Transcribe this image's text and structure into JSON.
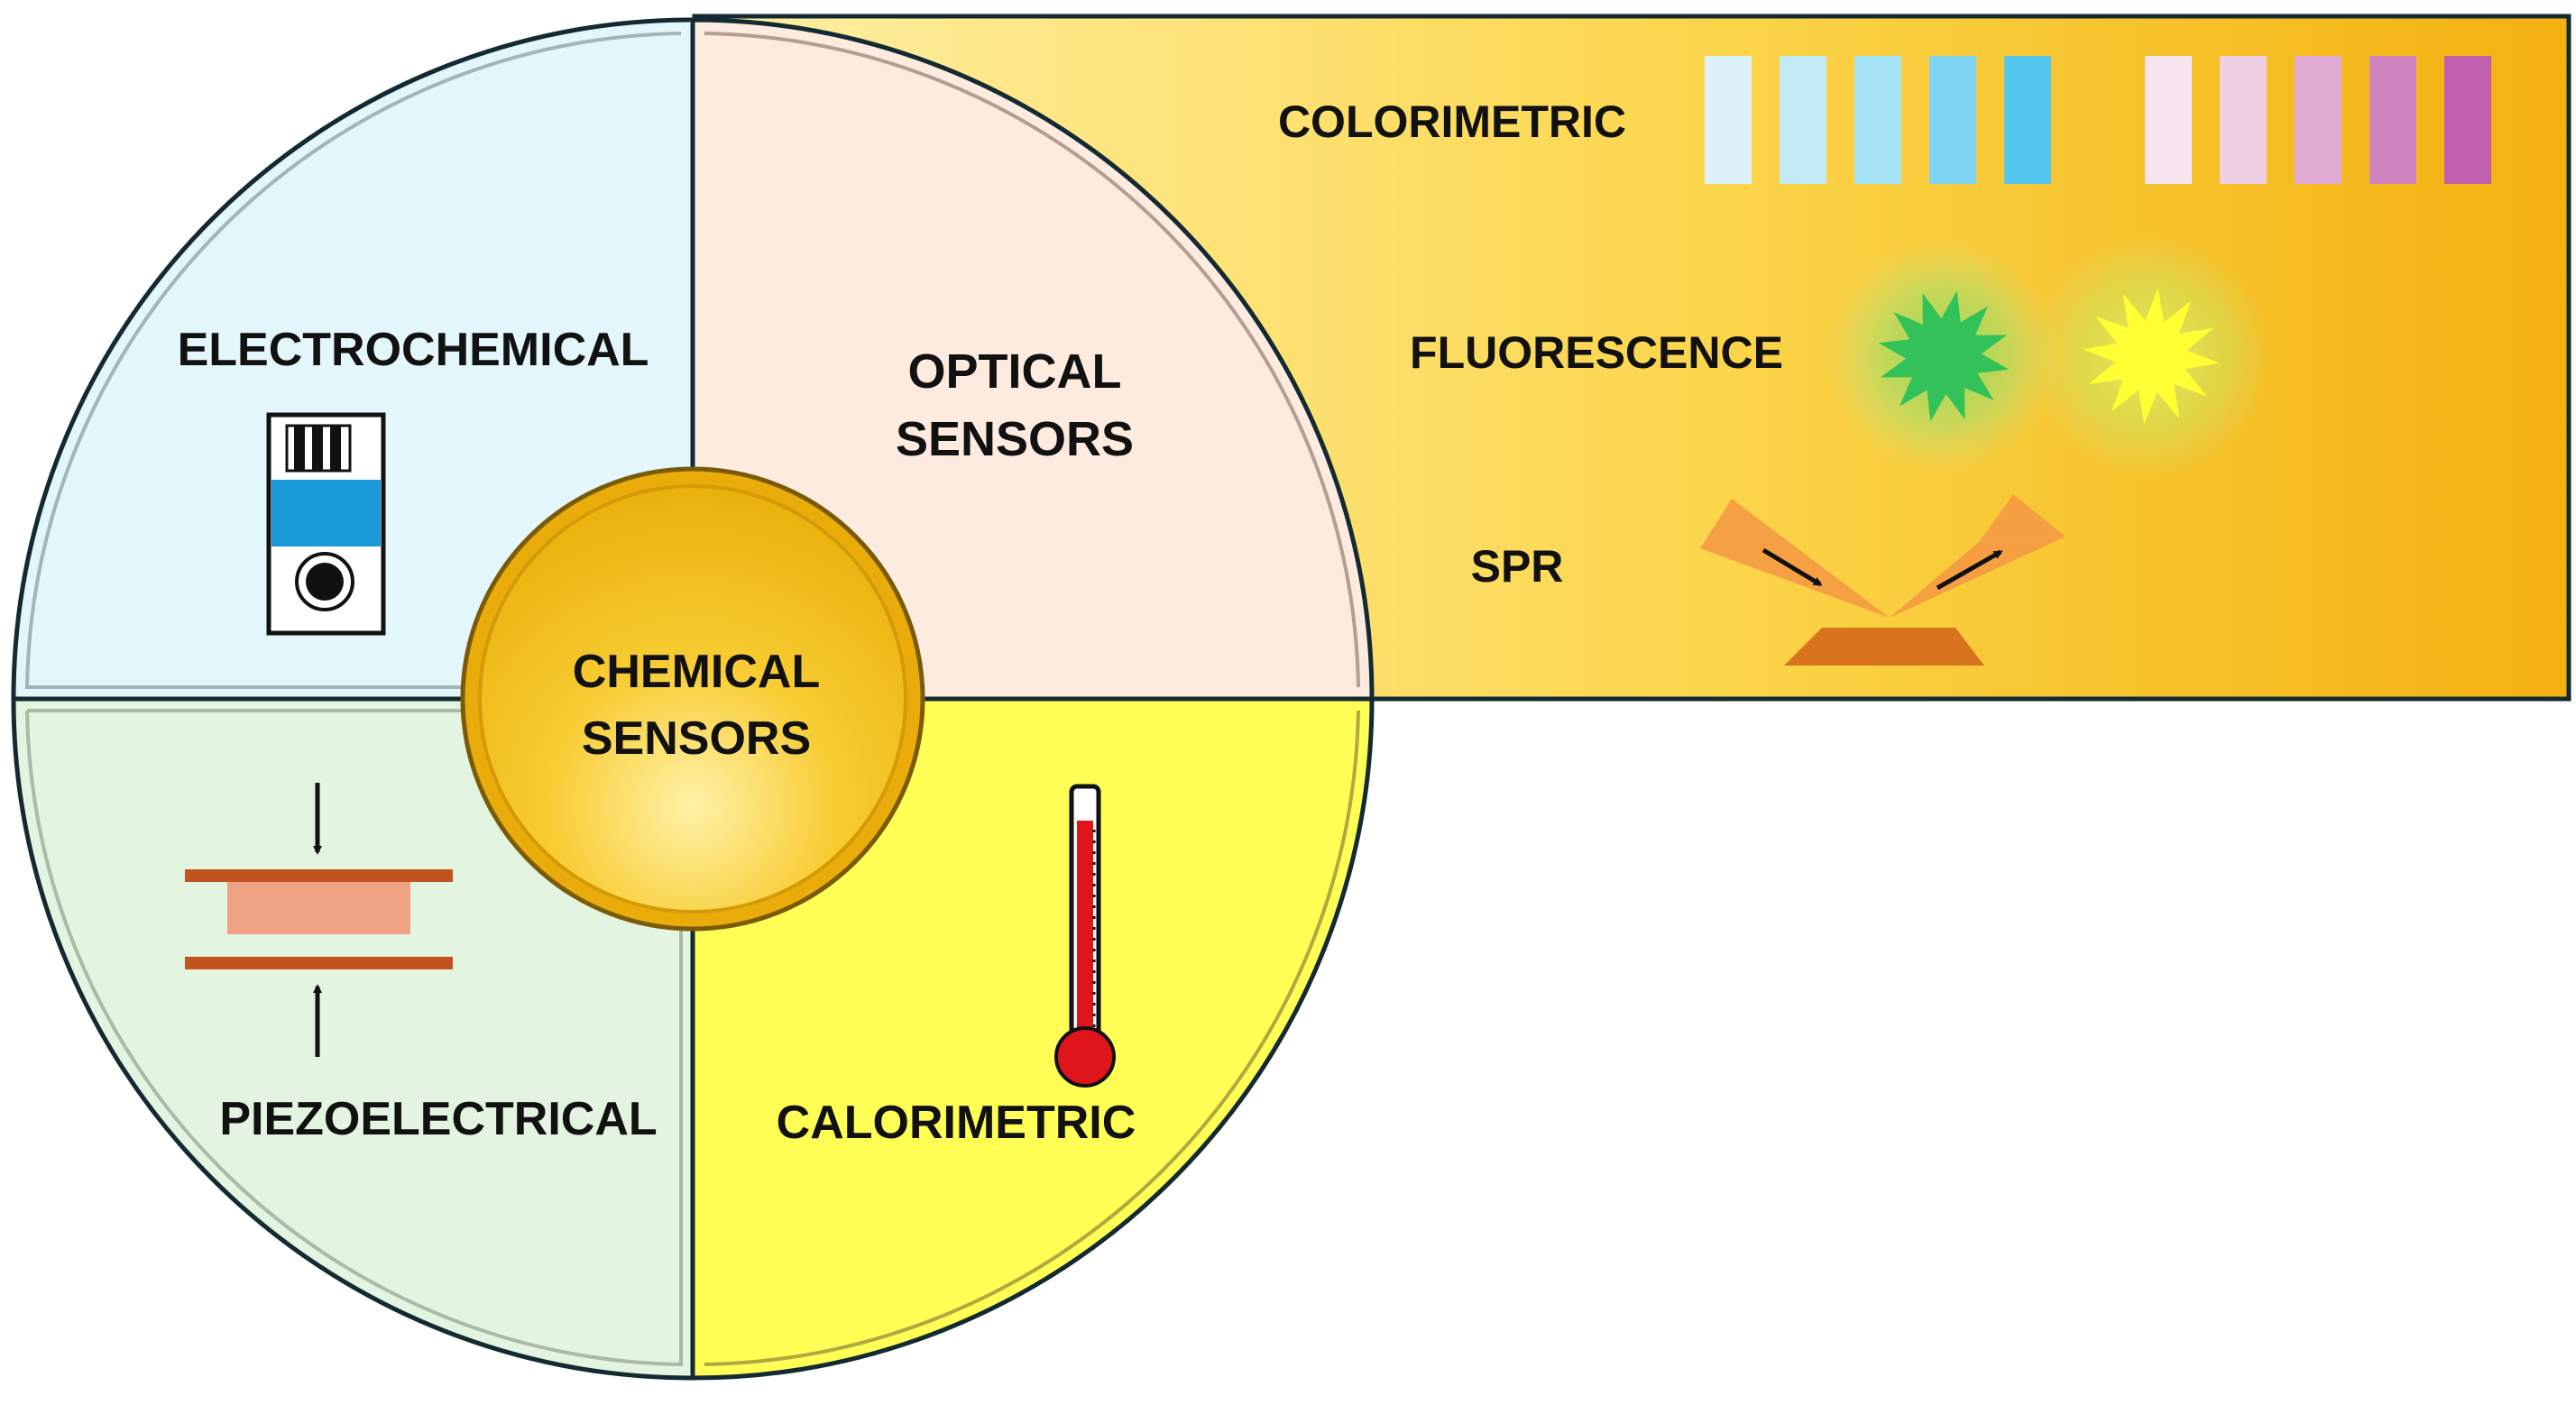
{
  "center": {
    "line1": "CHEMICAL",
    "line2": "SENSORS"
  },
  "quadrants": {
    "electrochemical": {
      "label": "ELECTROCHEMICAL",
      "fill": "#e2f6fb"
    },
    "optical": {
      "line1": "OPTICAL",
      "line2": "SENSORS",
      "fill": "#fdebe0"
    },
    "piezoelectrical": {
      "label": "PIEZOELECTRICAL",
      "fill": "#e3f5e1"
    },
    "calorimetric": {
      "label": "CALORIMETRIC",
      "fill": "#ffff55"
    }
  },
  "optical_panel": {
    "rows": {
      "colorimetric": "COLORIMETRIC",
      "fluorescence": "FLUORESCENCE",
      "spr": "SPR"
    },
    "blue_swatches": [
      "#ddf1f8",
      "#c3ebf6",
      "#a5e2f5",
      "#7ed4f2",
      "#55c6ed"
    ],
    "pink_swatches": [
      "#f7e4ee",
      "#efcfe2",
      "#e0abd2",
      "#cf86c0",
      "#bf5fae"
    ],
    "fluorescence_colors": [
      "#33c25a",
      "#ffff33"
    ],
    "panel_gradient": [
      "#fff0a6",
      "#fbd54a",
      "#f3b10f"
    ]
  },
  "colors": {
    "outline": "#142a32",
    "center_gold": "#f6be10",
    "electrode_blue": "#1a9ad9",
    "piezo_plate": "#c2531f",
    "piezo_crystal": "#efa283",
    "thermo_red": "#e0141b",
    "spr_beam": "#f49a44",
    "spr_prism": "#d9741e"
  }
}
